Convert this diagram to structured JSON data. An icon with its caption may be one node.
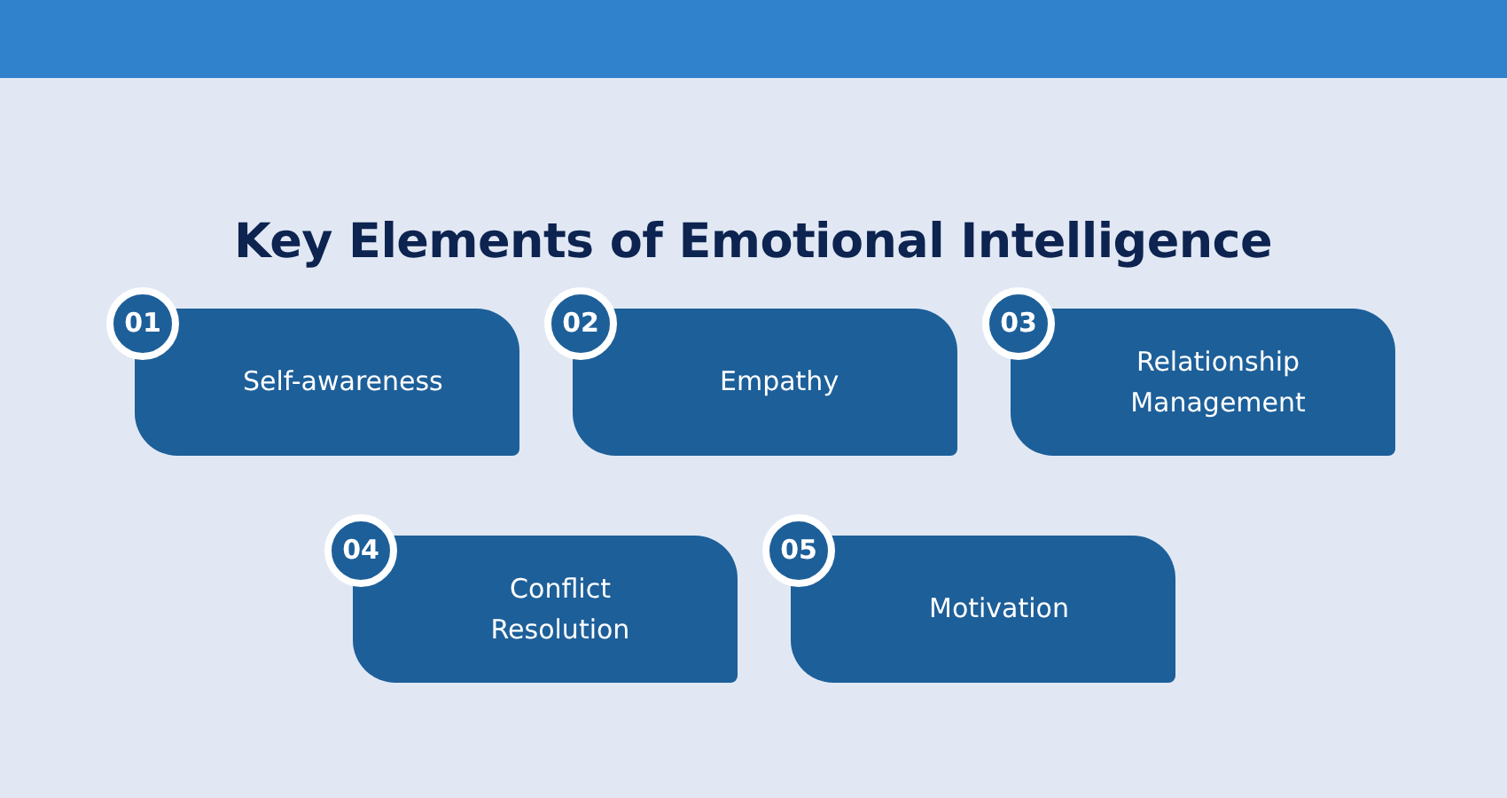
{
  "diagram": {
    "title": "Key Elements of Emotional Intelligence",
    "nodes": [
      {
        "text": [
          "01",
          "Self-awareness"
        ]
      },
      {
        "text": [
          "02",
          "Empathy"
        ]
      },
      {
        "text": [
          "03",
          "Relationship Management"
        ]
      },
      {
        "text": [
          "04",
          "Conflict Resolution"
        ]
      },
      {
        "text": [
          "05",
          "Motivation"
        ]
      }
    ]
  }
}
